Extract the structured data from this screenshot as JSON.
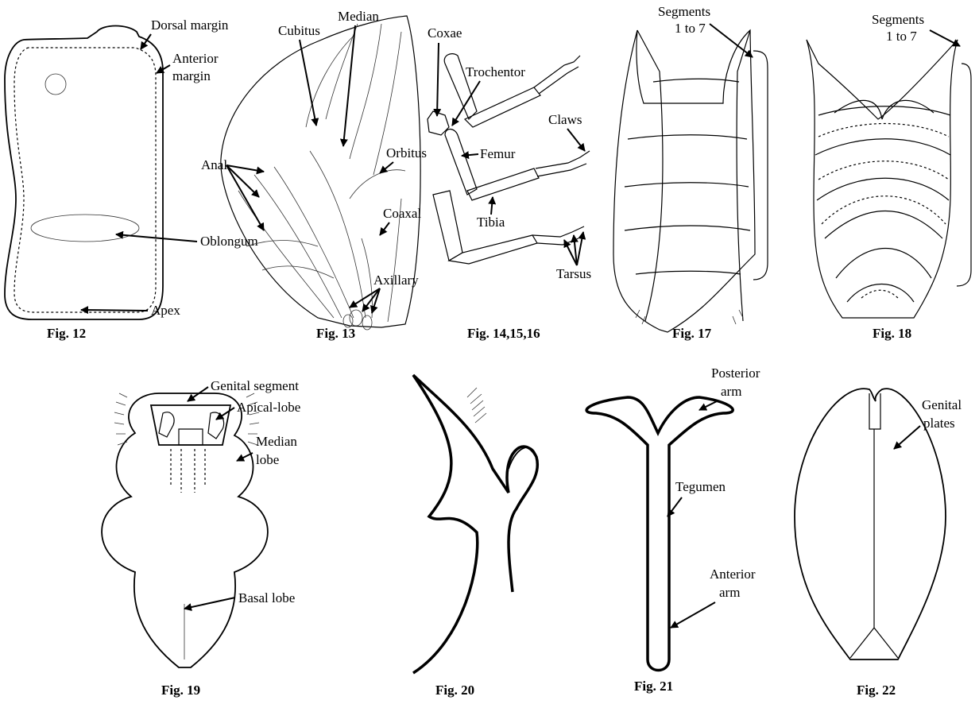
{
  "figures": {
    "fig12": {
      "caption": "Fig. 12",
      "labels": {
        "dorsal_margin": "Dorsal margin",
        "anterior_margin": "Anterior margin",
        "oblongum": "Oblongum",
        "apex": "Apex"
      }
    },
    "fig13": {
      "caption": "Fig. 13",
      "labels": {
        "cubitus": "Cubitus",
        "median": "Median",
        "anal": "Anal",
        "orbitus": "Orbitus",
        "coaxal": "Coaxal",
        "axillary": "Axillary"
      }
    },
    "fig14": {
      "caption": "Fig. 14,15,16",
      "labels": {
        "coxae": "Coxae",
        "trochentor": "Trochentor",
        "claws": "Claws",
        "femur": "Femur",
        "tibia": "Tibia",
        "tarsus": "Tarsus"
      }
    },
    "fig17": {
      "caption": "Fig. 17",
      "labels": {
        "segments": "Segments",
        "range": "1 to 7"
      }
    },
    "fig18": {
      "caption": "Fig. 18",
      "labels": {
        "segments": "Segments",
        "range": "1 to 7"
      }
    },
    "fig19": {
      "caption": "Fig. 19",
      "labels": {
        "genital_segment": "Genital segment",
        "apical_lobe": "Apical-lobe",
        "median": "Median",
        "lobe": "lobe",
        "basal_lobe": "Basal lobe"
      }
    },
    "fig20": {
      "caption": "Fig. 20"
    },
    "fig21": {
      "caption": "Fig. 21",
      "labels": {
        "posterior": "Posterior",
        "arm1": "arm",
        "tegumen": "Tegumen",
        "anterior": "Anterior",
        "arm2": "arm"
      }
    },
    "fig22": {
      "caption": "Fig. 22",
      "labels": {
        "genital": "Genital",
        "plates": "plates"
      }
    }
  }
}
